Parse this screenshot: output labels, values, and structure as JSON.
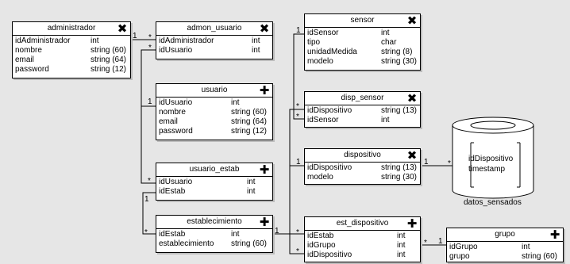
{
  "entities": {
    "administrador": {
      "name": "administrador",
      "mark": "✖",
      "rows": [
        [
          "idAdministrador",
          "int"
        ],
        [
          "nombre",
          "string (60)"
        ],
        [
          "email",
          "string (64)"
        ],
        [
          "password",
          "string (12)"
        ]
      ]
    },
    "admon_usuario": {
      "name": "admon_usuario",
      "mark": "✖",
      "rows": [
        [
          "idAdministrador",
          "int"
        ],
        [
          "idUsuario",
          "int"
        ]
      ]
    },
    "usuario": {
      "name": "usuario",
      "mark": "✚",
      "rows": [
        [
          "idUsuario",
          "int"
        ],
        [
          "nombre",
          "string (60)"
        ],
        [
          "email",
          "string (64)"
        ],
        [
          "password",
          "string (12)"
        ]
      ]
    },
    "usuario_estab": {
      "name": "usuario_estab",
      "mark": "✚",
      "rows": [
        [
          "idUsuario",
          "int"
        ],
        [
          "idEstab",
          "int"
        ]
      ]
    },
    "establecimiento": {
      "name": "establecimiento",
      "mark": "✚",
      "rows": [
        [
          "idEstab",
          "int"
        ],
        [
          "establecimiento",
          "string (60)"
        ]
      ]
    },
    "sensor": {
      "name": "sensor",
      "mark": "✖",
      "rows": [
        [
          "idSensor",
          "int"
        ],
        [
          "tipo",
          "char"
        ],
        [
          "unidadMedida",
          "string (8)"
        ],
        [
          "modelo",
          "string (30)"
        ]
      ]
    },
    "disp_sensor": {
      "name": "disp_sensor",
      "mark": "✖",
      "rows": [
        [
          "idDispositivo",
          "string (13)"
        ],
        [
          "idSensor",
          "int"
        ]
      ]
    },
    "dispositivo": {
      "name": "dispositivo",
      "mark": "✖",
      "rows": [
        [
          "idDispositivo",
          "string (13)"
        ],
        [
          "modelo",
          "string (30)"
        ]
      ]
    },
    "est_dispositivo": {
      "name": "est_dispositivo",
      "mark": "✚",
      "rows": [
        [
          "idEstab",
          "int"
        ],
        [
          "idGrupo",
          "int"
        ],
        [
          "idDispositivo",
          "int"
        ]
      ]
    },
    "grupo": {
      "name": "grupo",
      "mark": "✚",
      "rows": [
        [
          "idGrupo",
          "int"
        ],
        [
          "grupo",
          "string (60)"
        ]
      ]
    }
  },
  "datastore": {
    "name": "datos_sensados",
    "rows": [
      "idDispositivo",
      "timestamp"
    ]
  },
  "cardinalities": {
    "one": "1",
    "many": "*"
  }
}
